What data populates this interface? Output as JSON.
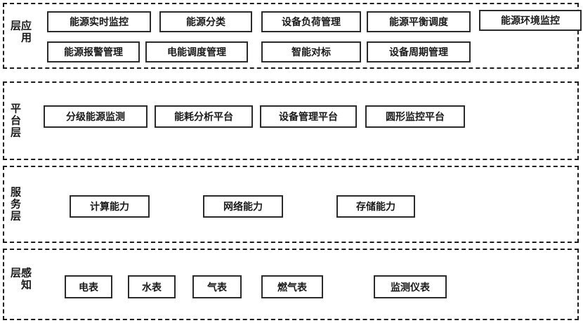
{
  "diagram": {
    "type": "layered-architecture",
    "layers": [
      {
        "label": "应用层",
        "boxes": [
          "能源实时监控",
          "能源分类",
          "设备负荷管理",
          "能源平衡调度",
          "能源环境监控",
          "能源报警管理",
          "电能调度管理",
          "智能对标",
          "设备周期管理"
        ]
      },
      {
        "label": "平台层",
        "boxes": [
          "分级能源监测",
          "能耗分析平台",
          "设备管理平台",
          "圆形监控平台"
        ]
      },
      {
        "label": "服务层",
        "boxes": [
          "计算能力",
          "网络能力",
          "存储能力"
        ]
      },
      {
        "label": "感知层",
        "boxes": [
          "电表",
          "水表",
          "气表",
          "燃气表",
          "监测仪表"
        ]
      }
    ]
  }
}
